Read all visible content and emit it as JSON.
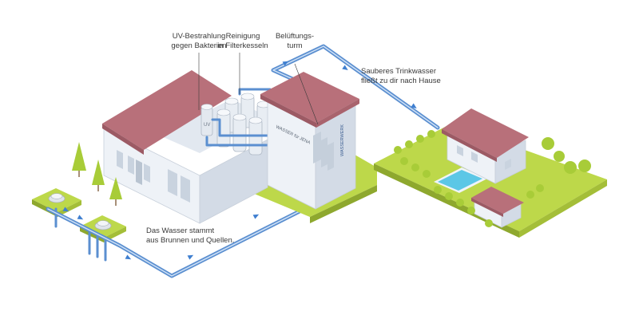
{
  "labels": {
    "uv": {
      "line1": "UV-Bestrahlung",
      "line2": "gegen Bakterien"
    },
    "filter": {
      "line1": "Reinigung",
      "line2": "in Filterkesseln"
    },
    "aeration": {
      "line1": "Belüftungs-",
      "line2": "turm"
    },
    "clean_water": {
      "line1": "Sauberes Trinkwasser",
      "line2": "fließt zu dir nach Hause"
    },
    "source": {
      "line1": "Das Wasser stammt",
      "line2": "aus Brunnen und Quellen."
    }
  },
  "building_signs": {
    "wall_sign": "WASSER für JENA",
    "tower_sign": "WASSERWERK",
    "tank_letter": "UV"
  },
  "colors": {
    "water_pipe": "#5b8fd0",
    "pipe_highlight": "#cfe1f6",
    "arrow": "#3f7fd0",
    "roof": "#b8707a",
    "roof_dark": "#9c5a64",
    "wall_light": "#eef2f7",
    "wall_shade": "#d3dbe6",
    "grass": "#bdd84a",
    "grass_side": "#8ea82e",
    "tree": "#a8cc38",
    "pool": "#5cc7e6"
  }
}
